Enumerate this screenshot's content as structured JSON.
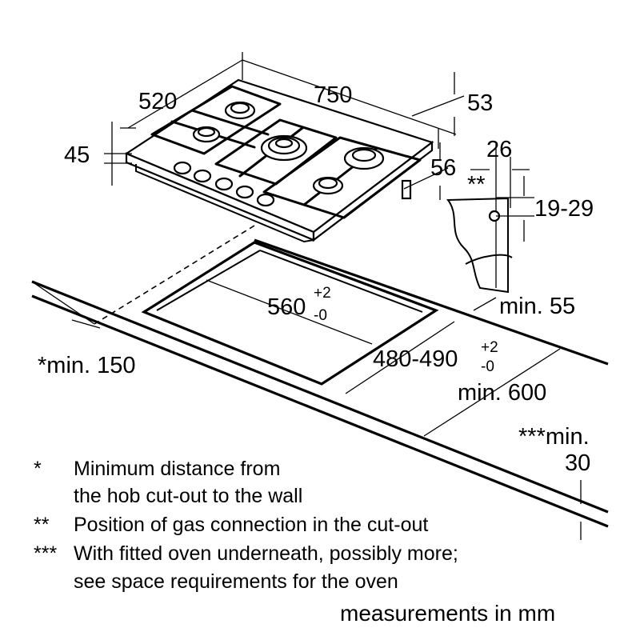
{
  "dimensions": {
    "width": "750",
    "depth": "520",
    "height": "45",
    "right_height": "53",
    "side_offset": "56",
    "connection_depth": "26",
    "connection_height": "19-29",
    "wall_clearance": "min. 55",
    "cutout_width": "560",
    "cutout_width_tol_plus": "+2",
    "cutout_width_tol_minus": "-0",
    "cutout_depth": "480-490",
    "cutout_depth_tol_plus": "+2",
    "cutout_depth_tol_minus": "-0",
    "worktop_depth": "min. 600",
    "wall_distance": "*min. 150",
    "worktop_thickness_label": "***min.",
    "worktop_thickness_value": "30",
    "gas_marker": "**"
  },
  "legend": [
    {
      "symbol": "*",
      "line1": "Minimum distance from",
      "line2": "the hob cut-out to the wall"
    },
    {
      "symbol": "**",
      "line1": "Position of gas connection in the cut-out",
      "line2": ""
    },
    {
      "symbol": "***",
      "line1": "With fitted oven underneath, possibly more;",
      "line2": "see space requirements for the oven"
    }
  ],
  "units_note": "measurements in mm"
}
